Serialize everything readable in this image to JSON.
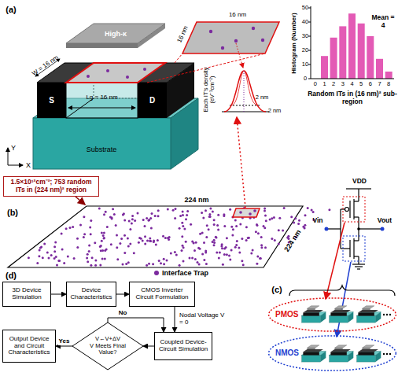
{
  "diagram": {
    "nodes": [
      {
        "text": [
          "1.5×10¹²cm⁻²; 753 random ITs in (224 nm)² region"
        ]
      },
      {
        "text": [
          "PMOS"
        ]
      },
      {
        "text": [
          "NMOS"
        ]
      },
      {
        "text": [
          "3D Device Simulation"
        ]
      },
      {
        "text": [
          "Device Characteristics"
        ]
      },
      {
        "text": [
          "CMOS Inverter Circuit Formulation"
        ]
      },
      {
        "text": [
          "Output Device and Circuit Characteristics"
        ]
      },
      {
        "text": [
          "V←V+ΔV",
          "V Meets Final Value?"
        ]
      },
      {
        "text": [
          "Coupled Device-Circuit Simulation"
        ]
      }
    ],
    "edges": [
      {
        "from": 3,
        "to": 4,
        "arrow": "to"
      },
      {
        "from": 4,
        "to": 5,
        "arrow": "to"
      },
      {
        "from": 5,
        "to": 8,
        "arrow": "to",
        "label": "Nodal Voltage V = 0"
      },
      {
        "from": 8,
        "to": 7,
        "arrow": "to"
      },
      {
        "from": 7,
        "to": 8,
        "arrow": "to",
        "label": "No"
      },
      {
        "from": 7,
        "to": 6,
        "arrow": "to",
        "label": "Yes"
      }
    ],
    "labels": [
      "(a)",
      "High-κ",
      "S",
      "D",
      "W = 16 nm",
      "Lg = 16 nm",
      "Substrate",
      "Y",
      "X",
      "16 nm",
      "16 nm",
      "Each IT's density (eV⁻¹cm⁻²)",
      "2 nm",
      "2 nm",
      "Histogram (Number)",
      "0",
      "10",
      "20",
      "30",
      "40",
      "50",
      "0",
      "1",
      "2",
      "3",
      "4",
      "5",
      "6",
      "7",
      "8",
      "Random ITs in (16 nm)² sub-region",
      "Mean = 4",
      "(b)",
      "224 nm",
      "224 nm",
      "(c)",
      "VDD",
      "Vin",
      "Vout",
      "(d)"
    ],
    "legend": [
      {
        "text": "Interface Trap",
        "color": "#7b2a9e"
      }
    ]
  }
}
